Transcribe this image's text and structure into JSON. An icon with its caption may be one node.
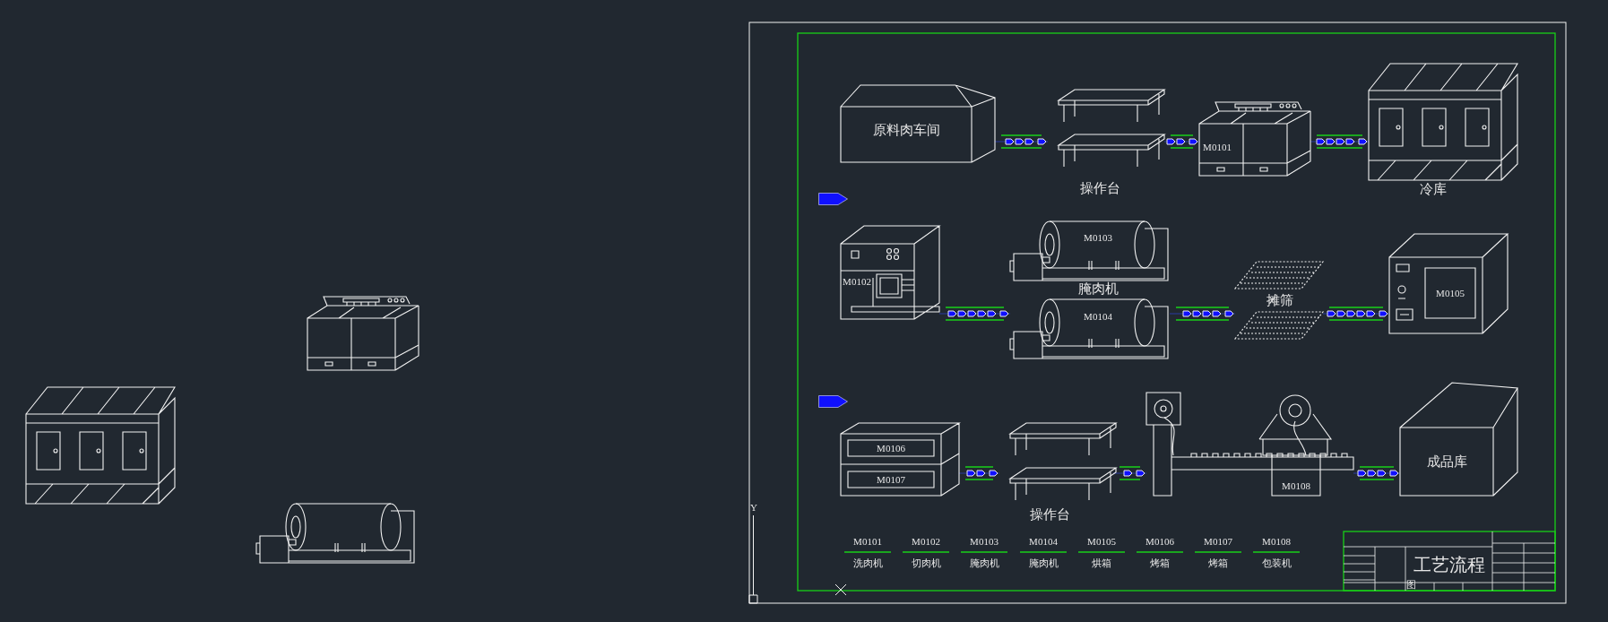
{
  "diagram": {
    "nodes": [
      {
        "text": [],
        "shape": "picture"
      },
      {
        "text": [],
        "shape": "picture"
      },
      {
        "text": [],
        "shape": "picture"
      },
      {
        "text": [
          "原料肉车间"
        ]
      },
      {
        "text": [
          "操作台"
        ]
      },
      {
        "text": [
          "M0101"
        ]
      },
      {
        "text": [
          "冷库"
        ]
      },
      {
        "text": [],
        "shape": "arrow"
      },
      {
        "text": [
          "M0102"
        ]
      },
      {
        "text": [
          "M0103",
          "腌肉机",
          "M0104"
        ]
      },
      {
        "text": [
          "摊筛"
        ]
      },
      {
        "text": [
          "M0105"
        ]
      },
      {
        "text": [],
        "shape": "arrow"
      },
      {
        "text": [
          "M0106",
          "M0107"
        ]
      },
      {
        "text": [
          "操作台"
        ]
      },
      {
        "text": [
          "M0108"
        ]
      },
      {
        "text": [
          "成品库"
        ]
      }
    ],
    "edges": [
      {
        "from": 3,
        "to": 4,
        "arrow": "to"
      },
      {
        "from": 4,
        "to": 5,
        "arrow": "to"
      },
      {
        "from": 5,
        "to": 6,
        "arrow": "to"
      },
      {
        "from": 8,
        "to": 9,
        "arrow": "to"
      },
      {
        "from": 9,
        "to": 10,
        "arrow": "to"
      },
      {
        "from": 10,
        "to": 11,
        "arrow": "to"
      },
      {
        "from": 13,
        "to": 14,
        "arrow": "to"
      },
      {
        "from": 14,
        "to": 15,
        "arrow": "to"
      },
      {
        "from": 15,
        "to": 16,
        "arrow": "to"
      }
    ],
    "labels": [
      "M0101",
      "M0102",
      "M0103",
      "M0104",
      "M0105",
      "M0106",
      "M0107",
      "M0108",
      "洗肉机",
      "切肉机",
      "腌肉机",
      "腌肉机",
      "烘箱",
      "烤箱",
      "烤箱",
      "包装机",
      "Y",
      "工艺流程",
      "图"
    ]
  }
}
